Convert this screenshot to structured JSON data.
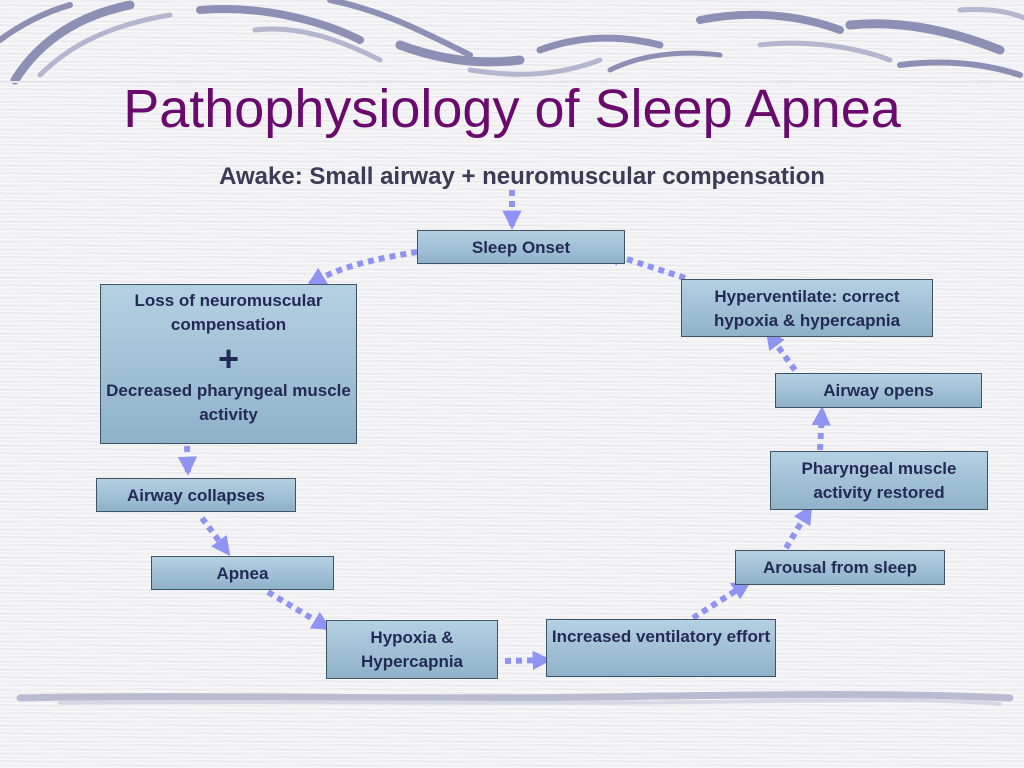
{
  "slide": {
    "title": "Pathophysiology of Sleep Apnea",
    "subtitle": "Awake: Small airway + neuromuscular compensation"
  },
  "nodes": {
    "sleep_onset": "Sleep Onset",
    "loss_line1": "Loss of neuromuscular compensation",
    "plus": "+",
    "loss_line2": "Decreased pharyngeal muscle activity",
    "airway_collapses": "Airway collapses",
    "apnea": "Apnea",
    "hypoxia": "Hypoxia & Hypercapnia",
    "ventilatory_effort": "Increased ventilatory effort",
    "arousal": "Arousal from sleep",
    "pharyngeal_restored": "Pharyngeal muscle activity restored",
    "airway_opens": "Airway opens",
    "hyperventilate": "Hyperventilate: correct hypoxia & hypercapnia"
  },
  "colors": {
    "title": "#6a0a6e",
    "box_fill": "#a9c6db",
    "arrow": "#8f93f2"
  }
}
